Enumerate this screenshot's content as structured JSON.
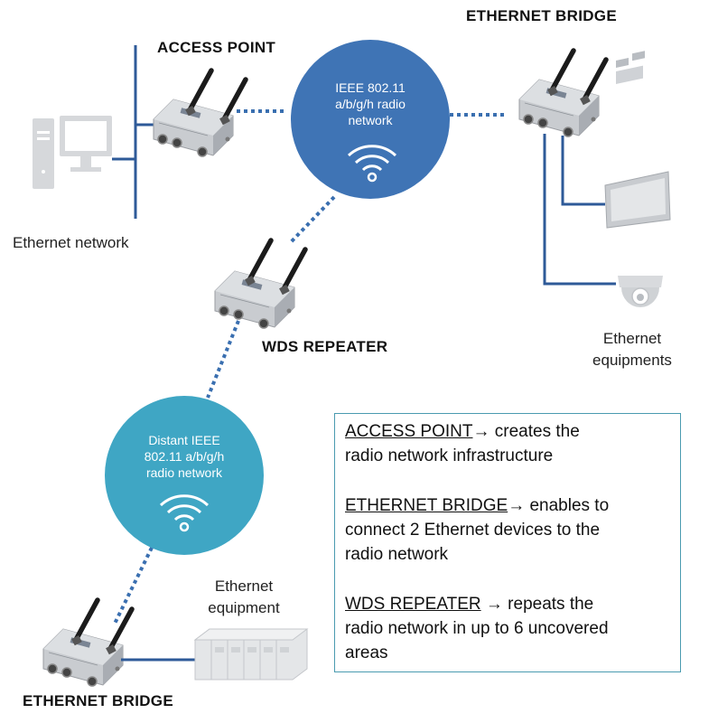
{
  "labels": {
    "access_point": "ACCESS POINT",
    "ethernet_bridge_top": "ETHERNET BRIDGE",
    "wds_repeater": "WDS REPEATER",
    "ethernet_bridge_bottom": "ETHERNET BRIDGE",
    "ethernet_network": "Ethernet network",
    "ethernet_equipments_line1": "Ethernet",
    "ethernet_equipments_line2": "equipments",
    "ethernet_equipment_line1": "Ethernet",
    "ethernet_equipment_line2": "equipment"
  },
  "circles": {
    "main": {
      "line1": "IEEE  802.11",
      "line2": "a/b/g/h  radio",
      "line3": "network",
      "color": "#3f74b5"
    },
    "distant": {
      "line1": "Distant  IEEE",
      "line2": "802.11 a/b/g/h",
      "line3": "radio network",
      "color": "#3fa6c4"
    }
  },
  "legend": {
    "items": [
      {
        "term": "ACCESS POINT",
        "arrow": "→",
        "text_a": " creates the",
        "text_b": "radio network infrastructure"
      },
      {
        "term": "ETHERNET BRIDGE",
        "arrow": "→",
        "text_a": " enables to",
        "text_b": "connect 2 Ethernet devices to the",
        "text_c": "radio network"
      },
      {
        "term": "WDS REPEATER",
        "arrow": " →",
        "text_a": " repeats the",
        "text_b": "radio network in up to 6 uncovered",
        "text_c": "areas"
      }
    ],
    "border_color": "#4a9bb0"
  },
  "colors": {
    "wire": "#2e5a98",
    "dotted_link": "#3a6fb0",
    "device_body": "#c9ccd0",
    "antenna": "#1b1b1b",
    "equipment_gray": "#d5d7da"
  },
  "icons": [
    "wifi-icon",
    "computer-icon",
    "touch-panel-icon",
    "dome-camera-icon",
    "plc-rack-icon",
    "radio-device-icon",
    "antenna-icon"
  ]
}
